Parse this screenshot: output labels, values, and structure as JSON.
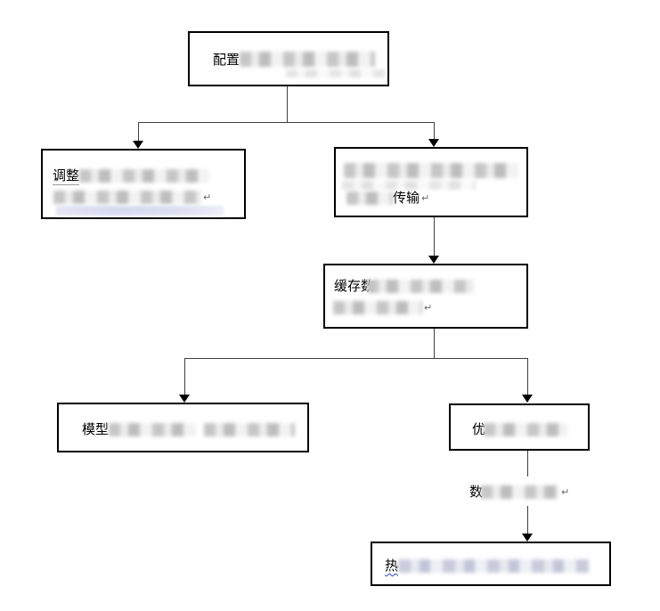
{
  "diagram": {
    "type": "flowchart",
    "background": "#ffffff",
    "colors": {
      "box_border": "#000000",
      "connector": "#3f3f3f",
      "text": "#000000",
      "return_mark": "#666666",
      "squiggle_underline": "#3344cc",
      "redaction_gray": "#d9d9d9",
      "redaction_lavender": "#d9dbf0"
    },
    "nodes": {
      "config": {
        "text": "配置"
      },
      "adjust": {
        "text": "调整",
        "ret": "↵"
      },
      "transfer": {
        "text": "传输",
        "ret": "↵"
      },
      "cache": {
        "text": "缓存数",
        "ret": "↵"
      },
      "model": {
        "text": "模型"
      },
      "optimize": {
        "text": "优"
      },
      "hot": {
        "text": "热"
      }
    },
    "edge_label": {
      "text": "数",
      "ret": "↵"
    },
    "edges": [
      "config -> adjust",
      "config -> transfer",
      "transfer -> cache",
      "cache -> model",
      "cache -> optimize",
      "optimize -> (数…) -> hot"
    ]
  }
}
